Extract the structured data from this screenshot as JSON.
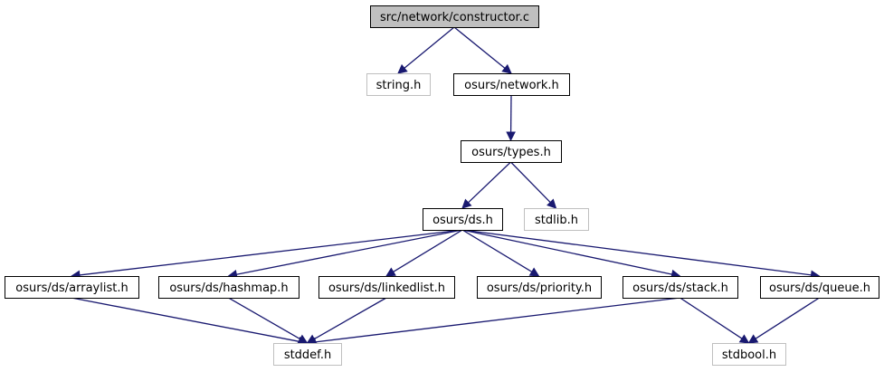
{
  "graph": {
    "root": "src/network/constructor.c",
    "nodes": [
      {
        "id": "root",
        "label": "src/network/constructor.c",
        "kind": "root"
      },
      {
        "id": "string",
        "label": "string.h",
        "kind": "external"
      },
      {
        "id": "network",
        "label": "osurs/network.h",
        "kind": "internal"
      },
      {
        "id": "types",
        "label": "osurs/types.h",
        "kind": "internal"
      },
      {
        "id": "ds",
        "label": "osurs/ds.h",
        "kind": "internal"
      },
      {
        "id": "stdlib",
        "label": "stdlib.h",
        "kind": "external"
      },
      {
        "id": "arraylist",
        "label": "osurs/ds/arraylist.h",
        "kind": "internal"
      },
      {
        "id": "hashmap",
        "label": "osurs/ds/hashmap.h",
        "kind": "internal"
      },
      {
        "id": "linkedlist",
        "label": "osurs/ds/linkedlist.h",
        "kind": "internal"
      },
      {
        "id": "priority",
        "label": "osurs/ds/priority.h",
        "kind": "internal"
      },
      {
        "id": "stack",
        "label": "osurs/ds/stack.h",
        "kind": "internal"
      },
      {
        "id": "queue",
        "label": "osurs/ds/queue.h",
        "kind": "internal"
      },
      {
        "id": "stddef",
        "label": "stddef.h",
        "kind": "external"
      },
      {
        "id": "stdbool",
        "label": "stdbool.h",
        "kind": "external"
      }
    ],
    "edges": [
      [
        "root",
        "string"
      ],
      [
        "root",
        "network"
      ],
      [
        "network",
        "types"
      ],
      [
        "types",
        "ds"
      ],
      [
        "types",
        "stdlib"
      ],
      [
        "ds",
        "arraylist"
      ],
      [
        "ds",
        "hashmap"
      ],
      [
        "ds",
        "linkedlist"
      ],
      [
        "ds",
        "priority"
      ],
      [
        "ds",
        "stack"
      ],
      [
        "ds",
        "queue"
      ],
      [
        "arraylist",
        "stddef"
      ],
      [
        "hashmap",
        "stddef"
      ],
      [
        "linkedlist",
        "stddef"
      ],
      [
        "stack",
        "stddef"
      ],
      [
        "stack",
        "stdbool"
      ],
      [
        "queue",
        "stdbool"
      ]
    ],
    "colors": {
      "edge": "#191970",
      "root_fill": "#bfbfbf",
      "external_border": "#bfbfbf",
      "internal_border": "#000000"
    }
  }
}
